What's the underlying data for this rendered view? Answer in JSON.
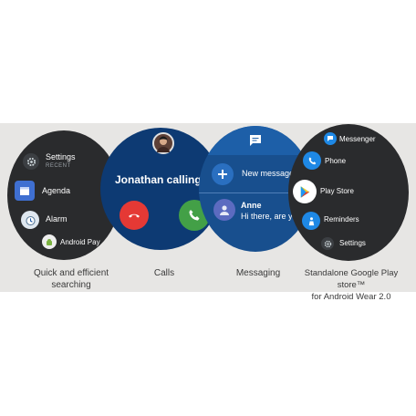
{
  "captions": {
    "search": [
      "Quick and efficient",
      "searching"
    ],
    "calls": [
      "Calls"
    ],
    "messaging": [
      "Messaging"
    ],
    "store": [
      "Standalone Google Play store™",
      "for Android Wear 2.0"
    ]
  },
  "watch_search": {
    "items": [
      {
        "label": "Settings",
        "sub": "RECENT",
        "icon": "gear-icon"
      },
      {
        "label": "Agenda",
        "icon": "calendar-icon"
      },
      {
        "label": "Alarm",
        "icon": "alarm-clock-icon"
      },
      {
        "label": "Android Pay",
        "icon": "android-pay-icon"
      }
    ]
  },
  "watch_calls": {
    "caller_text": "Jonathan calling wa",
    "decline_icon": "decline-call-icon",
    "answer_icon": "answer-call-icon"
  },
  "watch_messaging": {
    "new_message_label": "New message",
    "contact_name": "Anne",
    "contact_preview": "Hi there, are yo"
  },
  "watch_store": {
    "items": [
      {
        "label": "Messenger",
        "icon": "messenger-icon"
      },
      {
        "label": "Phone",
        "icon": "phone-icon"
      },
      {
        "label": "Play Store",
        "icon": "play-store-icon"
      },
      {
        "label": "Reminders",
        "icon": "reminders-icon"
      },
      {
        "label": "Settings",
        "icon": "gear-icon"
      }
    ]
  },
  "colors": {
    "band": "#e7e6e4",
    "watch_dark": "#2a2b2d",
    "calls_bg": "#0d3a73",
    "messaging_bg": "#184f8e",
    "decline": "#e53935",
    "answer": "#43a047",
    "accent_blue": "#1e88e5"
  }
}
